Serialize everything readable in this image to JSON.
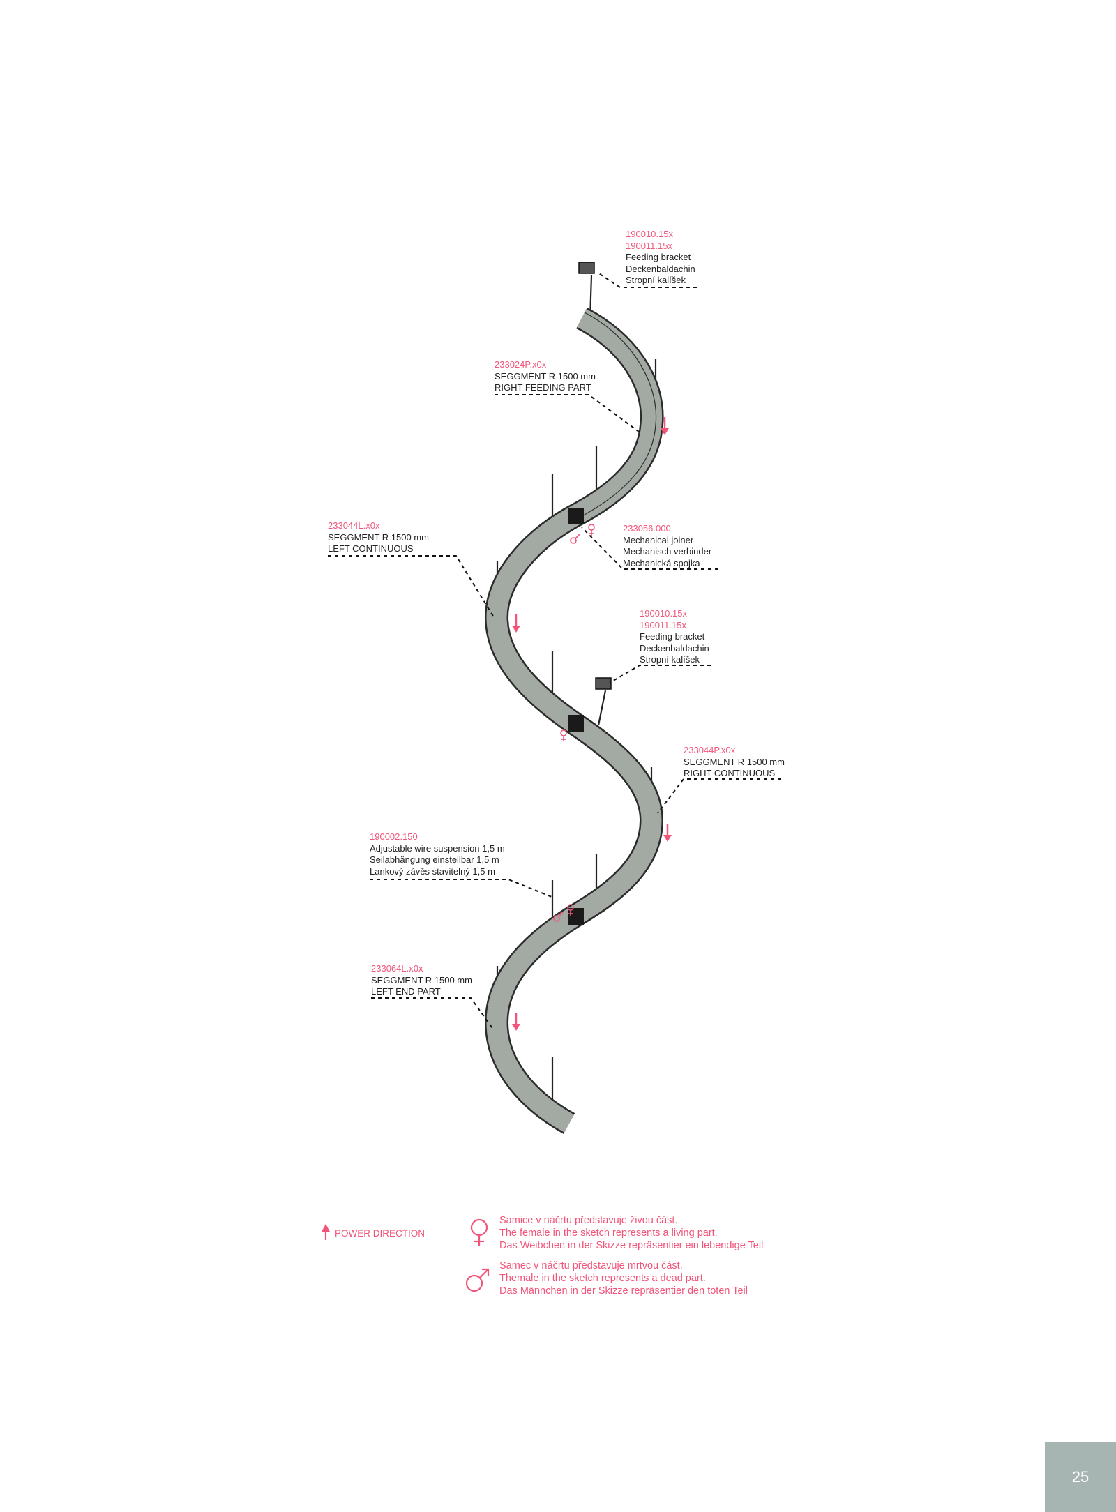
{
  "labels": [
    {
      "codes": [
        "190010.15x",
        "190011.15x"
      ],
      "lines": [
        "Feeding bracket",
        "Deckenbaldachin",
        "Stropní kalíšek"
      ]
    },
    {
      "codes": [
        "233024P.x0x"
      ],
      "lines": [
        "SEGGMENT R 1500 mm",
        "RIGHT FEEDING PART"
      ]
    },
    {
      "codes": [
        "233044L.x0x"
      ],
      "lines": [
        "SEGGMENT R 1500 mm",
        "LEFT CONTINUOUS"
      ]
    },
    {
      "codes": [
        "233056.000"
      ],
      "lines": [
        "Mechanical joiner",
        "Mechanisch verbinder",
        "Mechanická spojka"
      ]
    },
    {
      "codes": [
        "190010.15x",
        "190011.15x"
      ],
      "lines": [
        "Feeding bracket",
        "Deckenbaldachin",
        "Stropní kalíšek"
      ]
    },
    {
      "codes": [
        "233044P.x0x"
      ],
      "lines": [
        "SEGGMENT R 1500 mm",
        "RIGHT CONTINUOUS"
      ]
    },
    {
      "codes": [
        "190002.150"
      ],
      "lines": [
        "Adjustable wire suspension 1,5 m",
        "Seilabhängung einstellbar 1,5 m",
        "Lankový závěs stavitelný 1,5 m"
      ]
    },
    {
      "codes": [
        "233064L.x0x"
      ],
      "lines": [
        "SEGGMENT R 1500 mm",
        "LEFT END PART"
      ]
    }
  ],
  "legend": {
    "power_direction": "POWER DIRECTION",
    "female": [
      "Samice v náčrtu představuje živou část.",
      "The female in the sketch represents a living part.",
      "Das Weibchen in der Skizze repräsentier ein lebendige Teil"
    ],
    "male": [
      "Samec v náčrtu představuje mrtvou část.",
      "Themale in the sketch represents a dead part.",
      "Das Männchen in der Skizze repräsentier den toten Teil"
    ]
  },
  "page_number": "25",
  "colors": {
    "accent": "#f2557a",
    "segment": "#a3aaa3",
    "page_box": "#a6b4b2"
  }
}
